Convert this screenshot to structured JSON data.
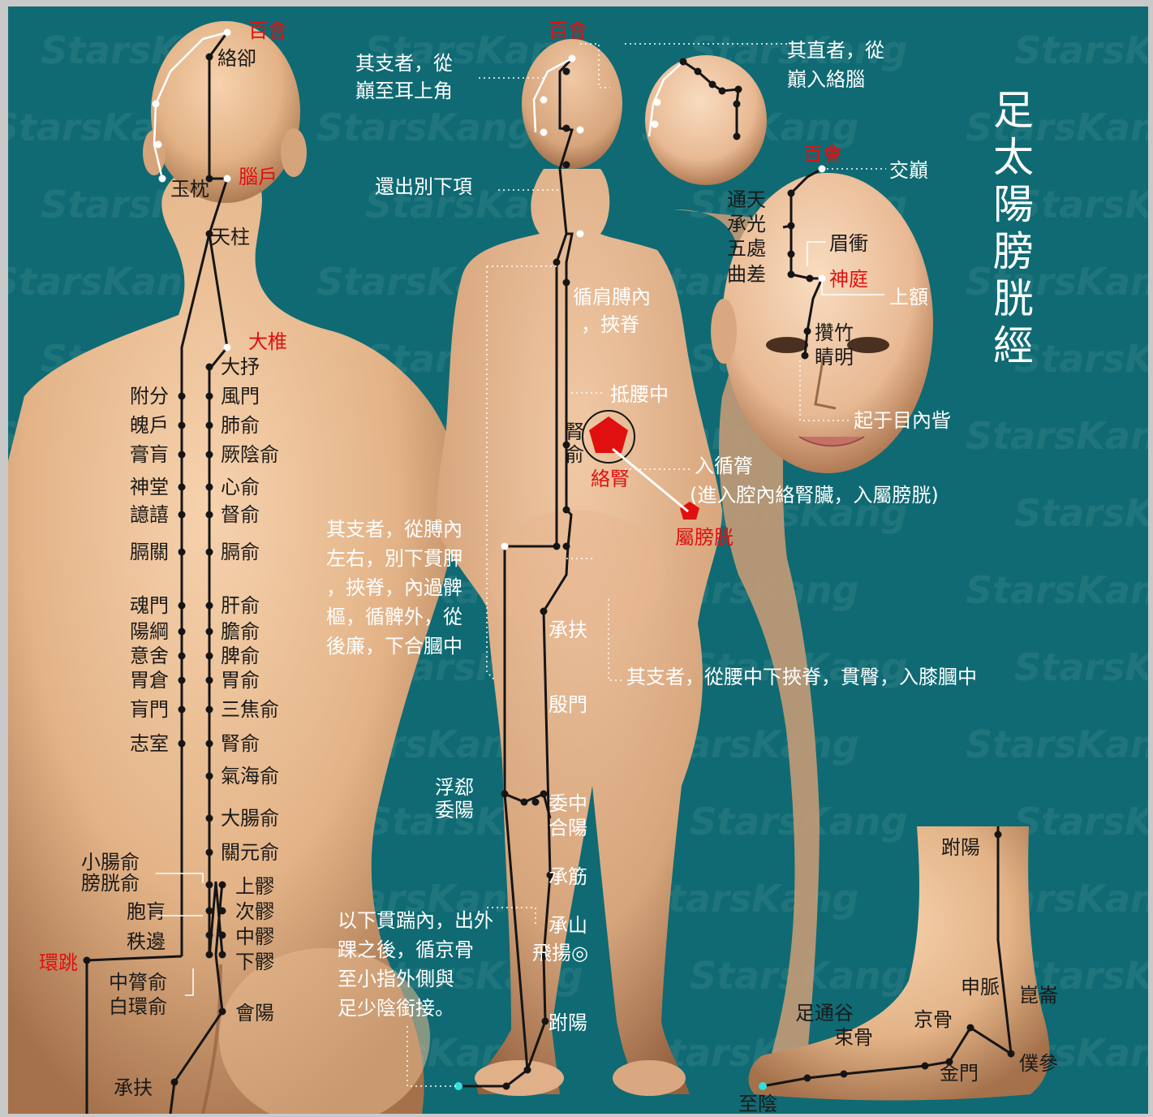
{
  "title": "足太陽膀胱經",
  "watermark": "StarsKang",
  "colors": {
    "background": "#0f6a73",
    "skin": "#e3b387",
    "acupoint_red": "#e01010",
    "path_line": "#151515",
    "dotted_guide": "#ffffff"
  },
  "back_figure": {
    "head_points": [
      "百會",
      "絡卻",
      "玉枕",
      "腦戶",
      "天柱",
      "大椎"
    ],
    "inner_line": [
      "大抒",
      "風門",
      "肺俞",
      "厥陰俞",
      "心俞",
      "督俞",
      "膈俞",
      "肝俞",
      "膽俞",
      "脾俞",
      "胃俞",
      "三焦俞",
      "腎俞",
      "氣海俞",
      "大腸俞",
      "關元俞"
    ],
    "outer_line": [
      "附分",
      "魄戶",
      "膏肓",
      "神堂",
      "譩譆",
      "膈關",
      "魂門",
      "陽綱",
      "意舍",
      "胃倉",
      "肓門",
      "志室"
    ],
    "sacral_left": [
      "小腸俞",
      "膀胱俞",
      "胞肓",
      "秩邊",
      "中膂俞",
      "白環俞"
    ],
    "sacral_right": [
      "上髎",
      "次髎",
      "中髎",
      "下髎",
      "會陽"
    ],
    "lower_points": [
      "環跳",
      "承扶"
    ]
  },
  "middle_figure": {
    "head": [
      "百會"
    ],
    "notes": [
      "其支者，從",
      "巔至耳上角",
      "還出別下項",
      "循肩膊內",
      "，挾脊",
      "抵腰中"
    ],
    "kidney_labels": [
      "腎",
      "俞",
      "絡腎"
    ],
    "bladder_label": "屬膀胱",
    "entry_notes": [
      "入循膂",
      "(進入腔內絡腎臟，入屬膀胱)"
    ],
    "branch_note": [
      "其支者，從膊內",
      "左右，別下貫胛",
      "，挾脊，內過髀",
      "樞，循髀外，從",
      "後廉，下合膕中"
    ],
    "leg_points": [
      "承扶",
      "殷門",
      "浮郄",
      "委陽",
      "委中",
      "合陽",
      "承筋",
      "承山",
      "飛揚◎",
      "跗陽"
    ],
    "waist_branch": "其支者，從腰中下挾脊，貫臀，入膝膕中",
    "ankle_note": [
      "以下貫踹內，出外",
      "踝之後，循京骨",
      "至小指外側與",
      "足少陰銜接。"
    ]
  },
  "face": {
    "top_notes": [
      "其直者，從",
      "巔入絡腦"
    ],
    "points": [
      "百會",
      "交巔",
      "通天",
      "承光",
      "五處",
      "曲差",
      "眉衝",
      "神庭",
      "上額",
      "攢竹",
      "睛明"
    ],
    "start_note": "起于目內眥"
  },
  "foot": {
    "points": [
      "跗陽",
      "申脈",
      "崑崙",
      "京骨",
      "束骨",
      "足通谷",
      "金門",
      "僕參",
      "至陰"
    ]
  }
}
